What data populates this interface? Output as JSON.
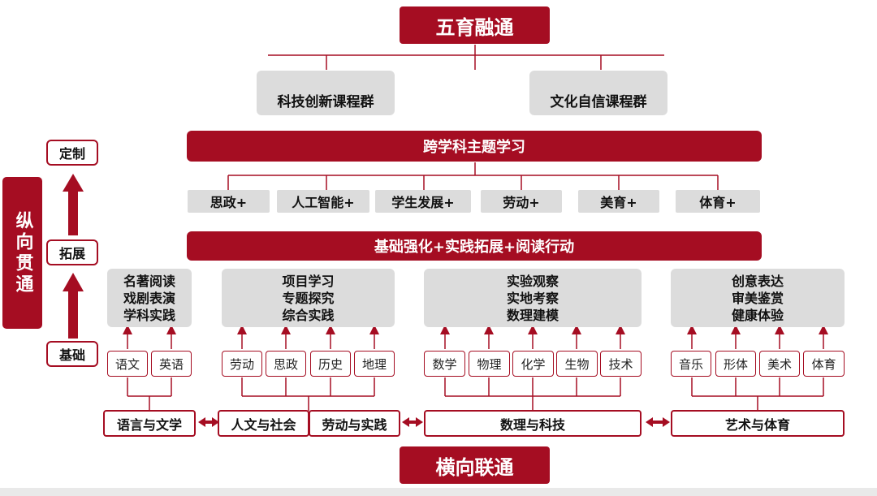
{
  "title_top": "五育融通",
  "title_bottom": "横向联通",
  "side": {
    "main": "纵向贯通",
    "level_top": "定制",
    "level_mid": "拓展",
    "level_bottom": "基础"
  },
  "groups": [
    "科技创新课程群",
    "文化自信课程群"
  ],
  "cross_subject": "跨学科主题学习",
  "plus_items": [
    "思政+",
    "人工智能+",
    "学生发展+",
    "劳动+",
    "美育+",
    "体育+"
  ],
  "foundation": "基础强化+实践拓展+阅读行动",
  "clusters": [
    {
      "lines": [
        "名著阅读",
        "戏剧表演",
        "学科实践"
      ]
    },
    {
      "lines": [
        "项目学习",
        "专题探究",
        "综合实践"
      ]
    },
    {
      "lines": [
        "实验观察",
        "实地考察",
        "数理建模"
      ]
    },
    {
      "lines": [
        "创意表达",
        "审美鉴赏",
        "健康体验"
      ]
    }
  ],
  "subjects": [
    "语文",
    "英语",
    "劳动",
    "思政",
    "历史",
    "地理",
    "数学",
    "物理",
    "化学",
    "生物",
    "技术",
    "音乐",
    "形体",
    "美术",
    "体育"
  ],
  "domains": [
    "语言与文学",
    "人文与社会",
    "劳动与实践",
    "数理与科技",
    "艺术与体育"
  ],
  "colors": {
    "accent": "#a50d22",
    "grey": "#dcdcdc"
  }
}
